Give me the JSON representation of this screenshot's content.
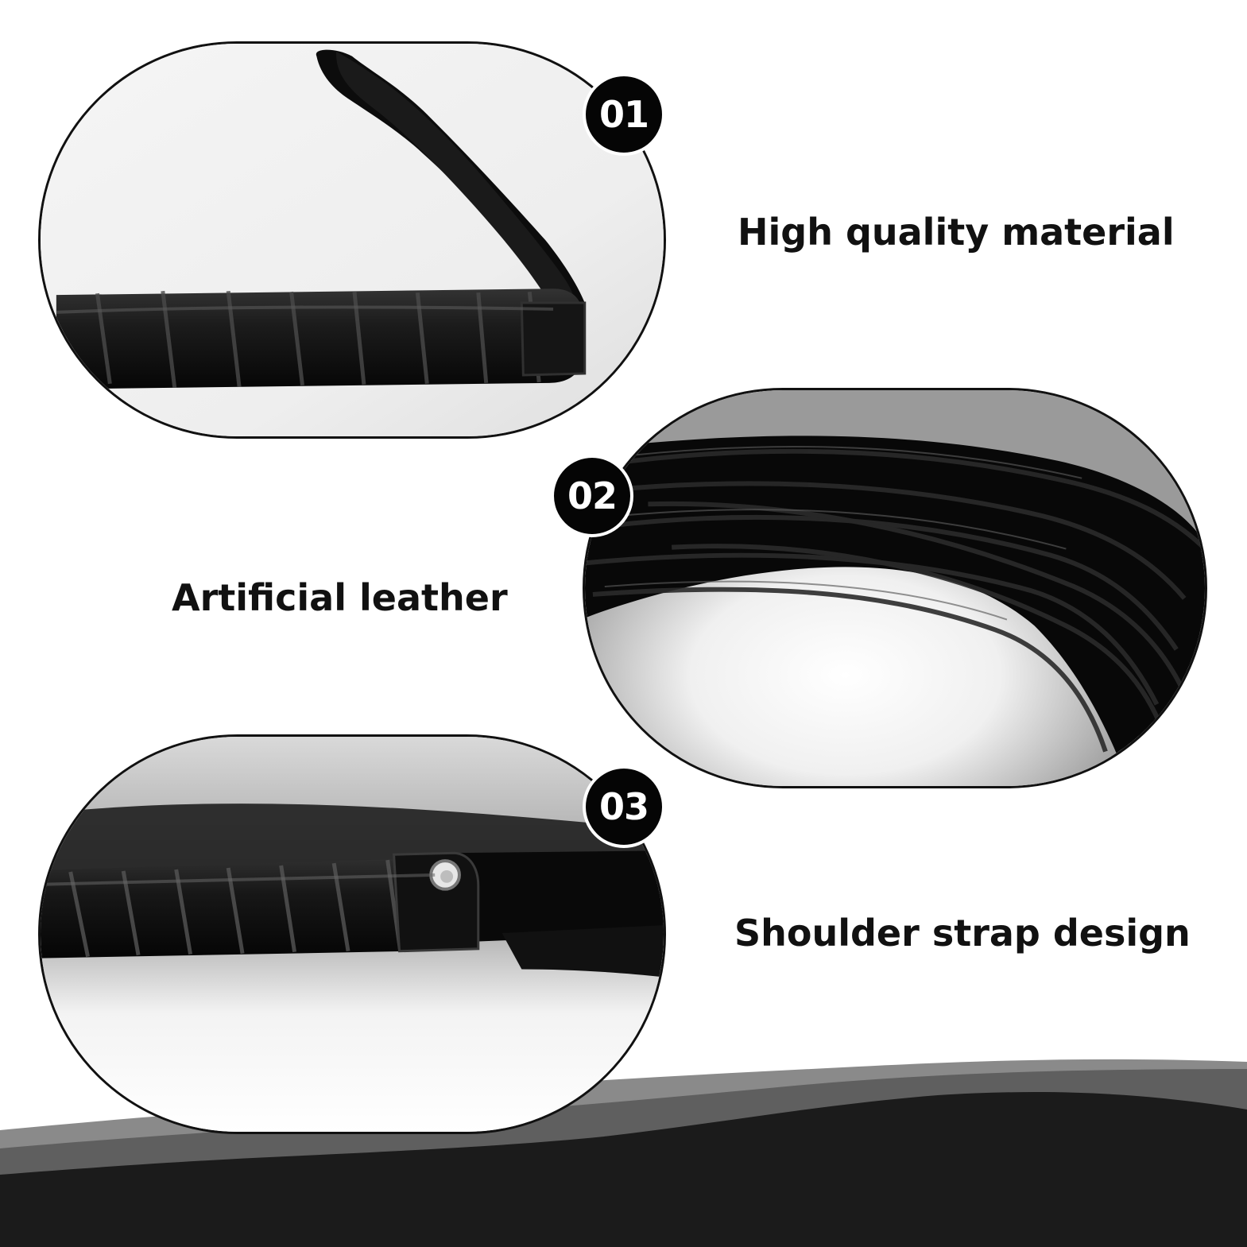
{
  "features": [
    {
      "number": "01",
      "title": "High quality material",
      "image": "whip handle with wrist loop"
    },
    {
      "number": "02",
      "title": "Artificial leather",
      "image": "leather whip tails"
    },
    {
      "number": "03",
      "title": "Shoulder strap design",
      "image": "whip handle with rivet and strap"
    }
  ],
  "colors": {
    "background": "#ffffff",
    "badge": "#050505",
    "text": "#111111",
    "wave_dark": "#1b1b1b",
    "wave_mid": "#6a6a6a"
  }
}
